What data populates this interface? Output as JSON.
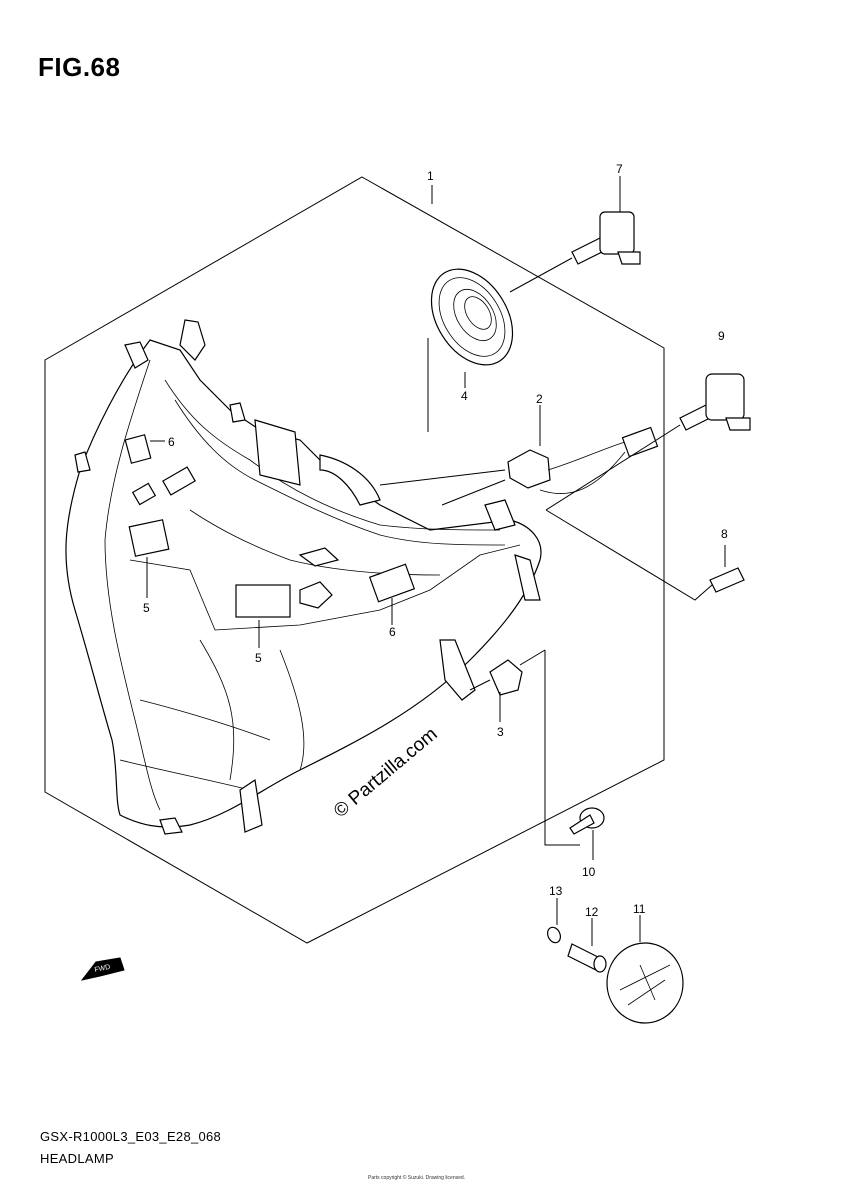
{
  "figure": {
    "title": "FIG.68"
  },
  "callouts": {
    "p1": "1",
    "p2": "2",
    "p3": "3",
    "p4": "4",
    "p5a": "5",
    "p5b": "5",
    "p6a": "6",
    "p6b": "6",
    "p7": "7",
    "p8": "8",
    "p9": "9",
    "p10": "10",
    "p11": "11",
    "p12": "12",
    "p13": "13"
  },
  "footer": {
    "model_code": "GSX-R1000L3_E03_E28_068",
    "section_name": "HEADLAMP",
    "copyright_note": "Parts copyright © Suzuki. Drawing licensed."
  },
  "watermark": {
    "text": "© Partzilla.com"
  },
  "direction_marker": {
    "text": "FWD",
    "icon": "fwd-arrow-icon"
  },
  "colors": {
    "line": "#000000",
    "background": "#ffffff"
  }
}
